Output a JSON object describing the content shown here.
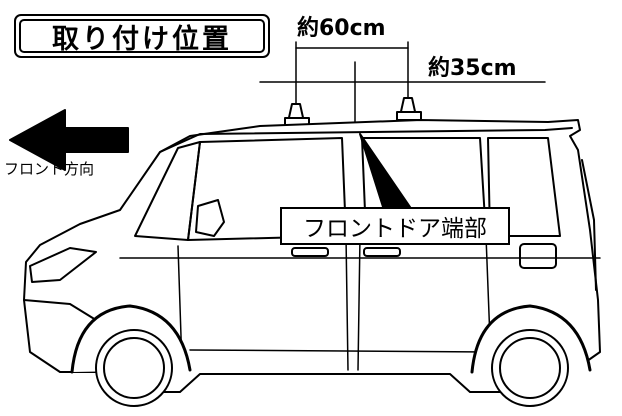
{
  "title": "取り付け位置",
  "dimensions": {
    "front_bar_distance": "約60cm",
    "rear_bar_distance": "約35cm"
  },
  "direction_label": "フロント方向",
  "callout": "フロントドア端部"
}
